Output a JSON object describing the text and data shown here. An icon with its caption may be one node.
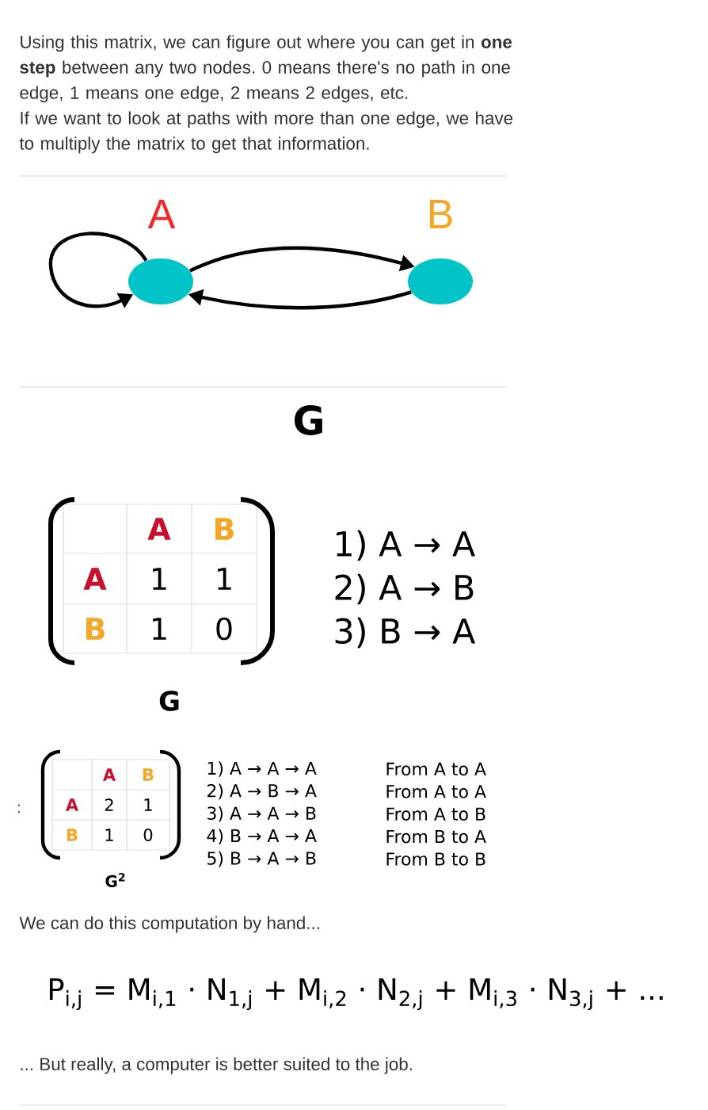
{
  "diagram": {
    "nodes": [
      {
        "text": [
          "A"
        ]
      },
      {
        "text": [
          "B"
        ]
      }
    ],
    "edges": [
      {
        "from": 0,
        "to": 0,
        "arrow": "to"
      },
      {
        "from": 0,
        "to": 1,
        "arrow": "to"
      },
      {
        "from": 1,
        "to": 0,
        "arrow": "to"
      }
    ],
    "labels": [
      "Using this matrix, we can figure out where you can get in **one step** between any two nodes. 0 means there's no path in one edge, 1 means one edge, 2 means 2 edges, etc.",
      "If we want to look at paths with more than one edge, we have to multiply the matrix to get that information.",
      "G",
      "A",
      "B",
      "A",
      "1",
      "1",
      "B",
      "1",
      "0",
      "1) A → A",
      "2) A → B",
      "3) B → A",
      "G",
      ":",
      "A",
      "B",
      "A",
      "2",
      "1",
      "B",
      "1",
      "0",
      "1) A → A → A",
      "2) A → B → A",
      "3) A → A → B",
      "4) B → A → A",
      "5) B → A → B",
      "From A to A",
      "From A to A",
      "From A to B",
      "From B to A",
      "From B to B",
      "G$^{2}$",
      "We can do this computation by hand...",
      "P$_{i,j}$ = M$_{i,1}$ · N$_{1,j}$ + M$_{i,2}$ · N$_{2,j}$ + M$_{i,3}$ · N$_{3,j}$ + ...",
      "... But really, a computer is better suited to the job."
    ]
  }
}
